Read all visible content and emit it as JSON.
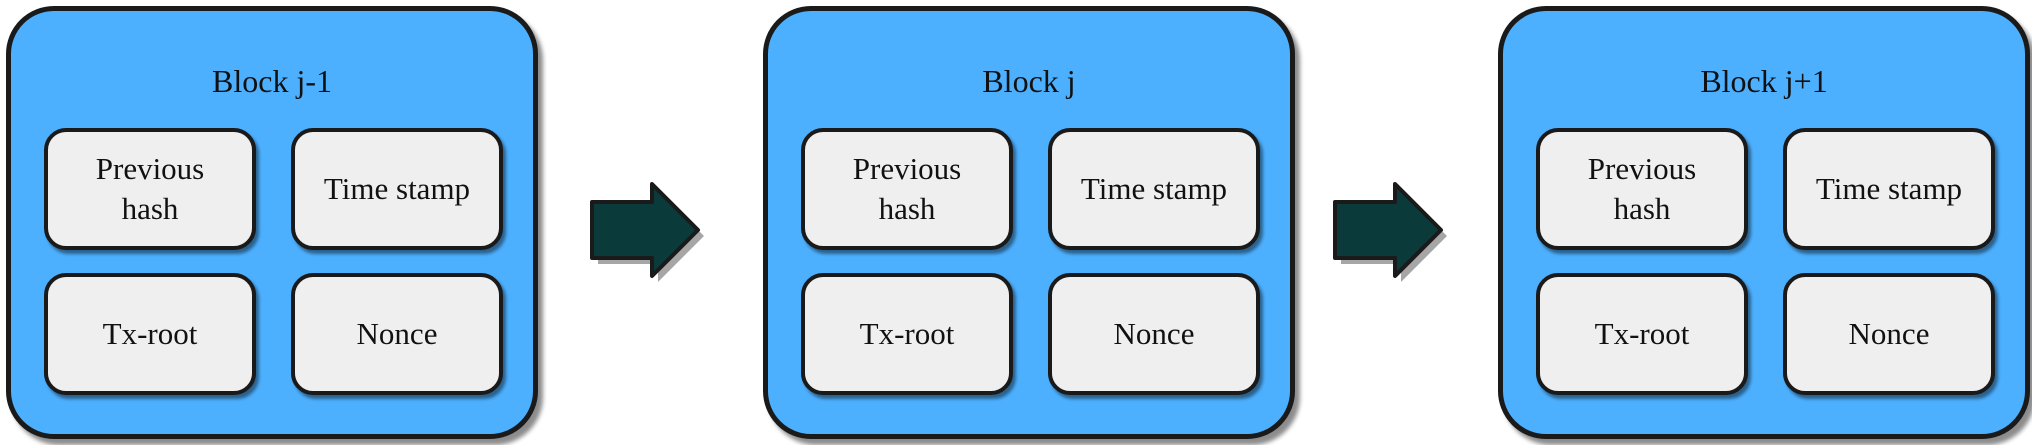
{
  "blocks": [
    {
      "title": "Block j-1",
      "fields": {
        "previous_hash_line1": "Previous",
        "previous_hash_line2": "hash",
        "time_stamp": "Time stamp",
        "tx_root": "Tx-root",
        "nonce": "Nonce"
      }
    },
    {
      "title": "Block j",
      "fields": {
        "previous_hash_line1": "Previous",
        "previous_hash_line2": "hash",
        "time_stamp": "Time stamp",
        "tx_root": "Tx-root",
        "nonce": "Nonce"
      }
    },
    {
      "title": "Block j+1",
      "fields": {
        "previous_hash_line1": "Previous",
        "previous_hash_line2": "hash",
        "time_stamp": "Time stamp",
        "tx_root": "Tx-root",
        "nonce": "Nonce"
      }
    }
  ],
  "colors": {
    "block_fill": "#4db0ff",
    "field_fill": "#efefef",
    "arrow_fill": "#0b3a3a",
    "outline": "#1a1a1a"
  },
  "icons": {
    "chain_arrow": "arrow-right-icon"
  }
}
